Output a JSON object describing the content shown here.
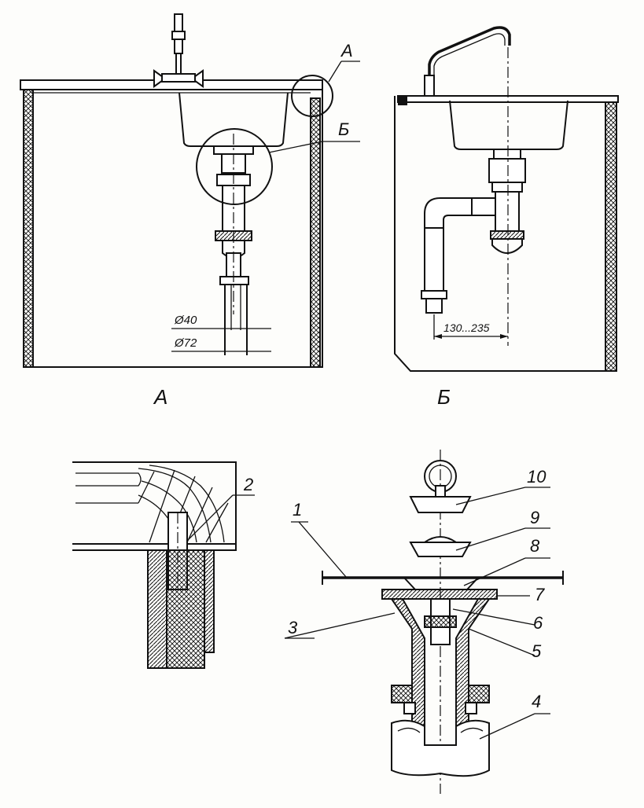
{
  "figure": {
    "views": {
      "front_view_label": "А",
      "side_view_label": "Б"
    },
    "callouts": {
      "callout_a": "А",
      "callout_b": "Б"
    },
    "dimensions": {
      "d40": "Ø40",
      "d72": "Ø72",
      "range": "130...235"
    },
    "parts": {
      "p1": "1",
      "p2": "2",
      "p3": "3",
      "p4": "4",
      "p5": "5",
      "p6": "6",
      "p7": "7",
      "p8": "8",
      "p9": "9",
      "p10": "10"
    }
  }
}
